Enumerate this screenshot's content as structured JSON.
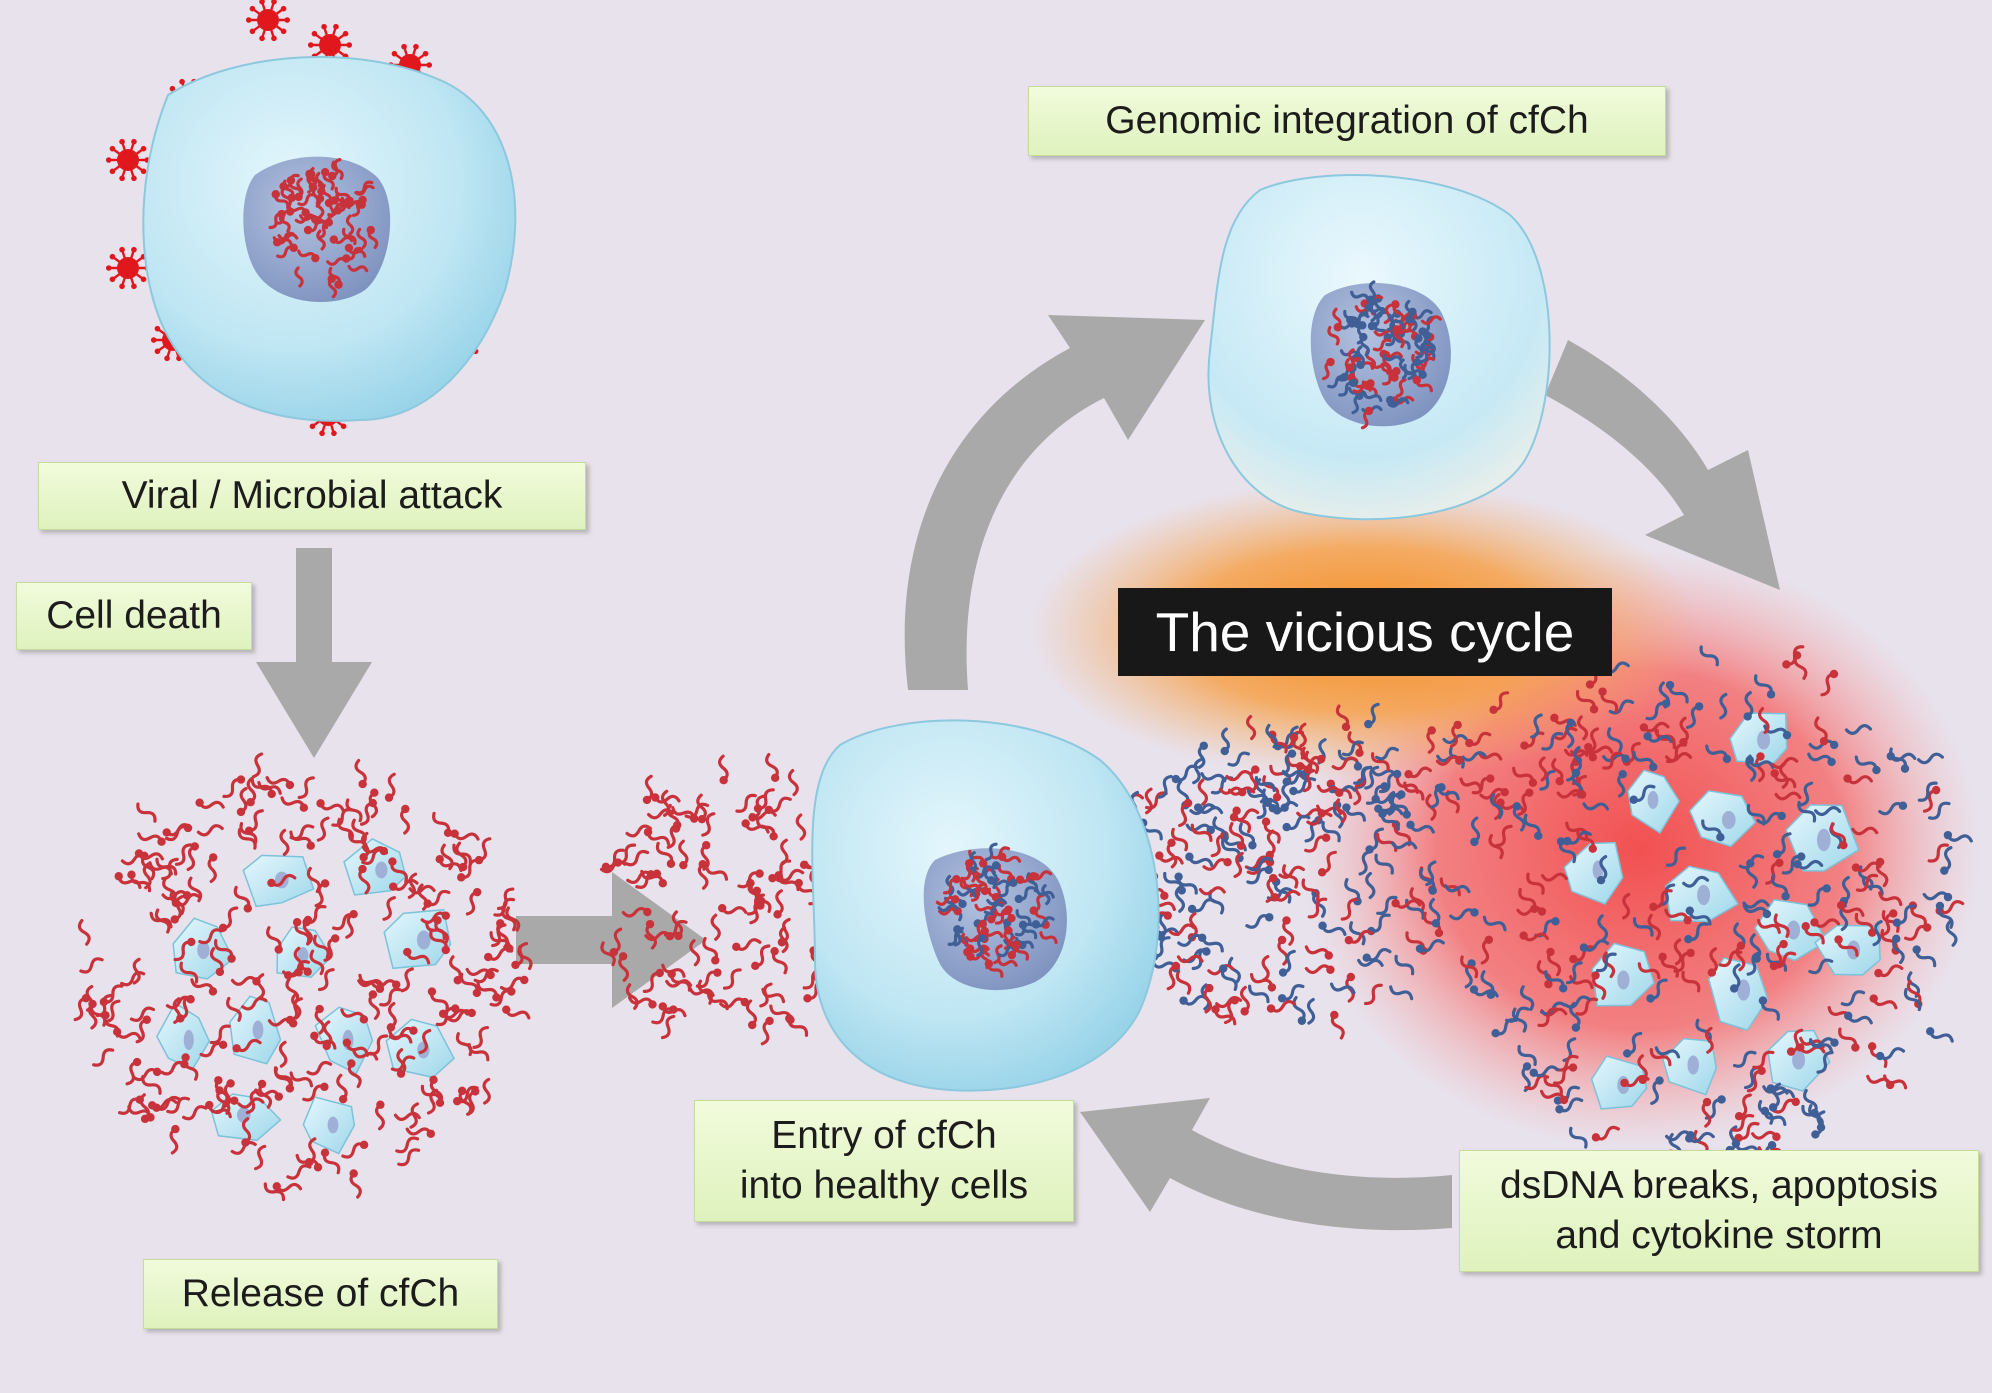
{
  "labels": {
    "viral_attack": "Viral / Microbial attack",
    "cell_death": "Cell death",
    "release": "Release of cfCh",
    "entry_line1": "Entry of cfCh",
    "entry_line2": "into healthy cells",
    "genomic_integration": "Genomic integration of cfCh",
    "damage_line1": "dsDNA breaks, apoptosis",
    "damage_line2": "and cytokine storm",
    "vicious_cycle": "The vicious cycle"
  },
  "colors": {
    "background": "#e8e2ec",
    "cell": "#bfe6f3",
    "nucleus": "#8fa3cb",
    "cfch_red": "#c8323a",
    "integrated_blue": "#3f5f96",
    "virus": "#e0181e",
    "arrow": "#a9a9a9",
    "glow_orange": "#f59a2c",
    "glow_red": "#f35a5a",
    "label_fill": "#e6f5cc",
    "title_bg": "#181818"
  },
  "icons": [
    "virus-icon",
    "cell-icon",
    "nucleus-icon",
    "chromatin-fragment-icon",
    "cell-fragment-icon",
    "arrow-icon"
  ]
}
